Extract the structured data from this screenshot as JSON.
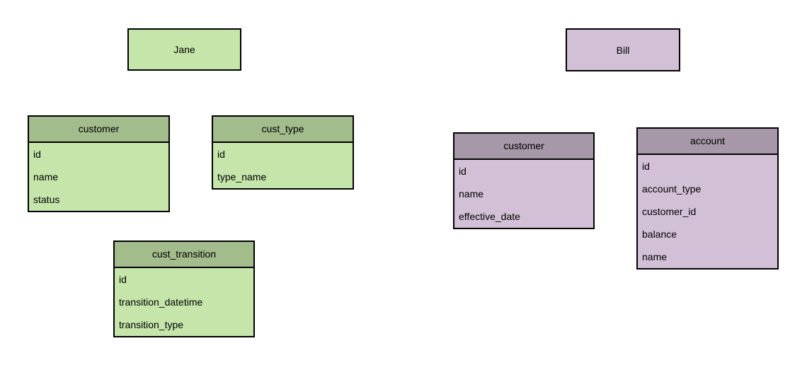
{
  "diagram": {
    "background": "#ffffff",
    "border_color": "#000000",
    "text_color": "#000000",
    "jane": {
      "label": "Jane",
      "colors": {
        "header": "#a2bc8c",
        "body": "#c5e5ab"
      },
      "tables": [
        {
          "title": "customer",
          "fields": [
            "id",
            "name",
            "status"
          ]
        },
        {
          "title": "cust_type",
          "fields": [
            "id",
            "type_name"
          ]
        },
        {
          "title": "cust_transition",
          "fields": [
            "id",
            "transition_datetime",
            "transition_type"
          ]
        }
      ]
    },
    "bill": {
      "label": "Bill",
      "colors": {
        "header": "#a698a8",
        "body": "#d2c0d6"
      },
      "tables": [
        {
          "title": "customer",
          "fields": [
            "id",
            "name",
            "effective_date"
          ]
        },
        {
          "title": "account",
          "fields": [
            "id",
            "account_type",
            "customer_id",
            "balance",
            "name"
          ]
        }
      ]
    }
  }
}
